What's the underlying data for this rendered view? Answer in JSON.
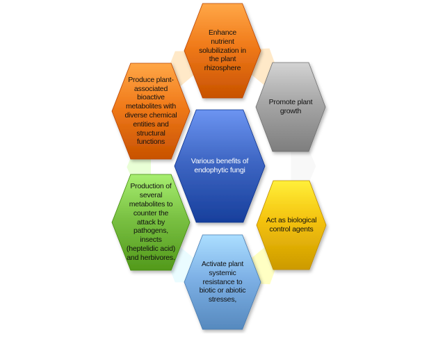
{
  "diagram": {
    "center": {
      "label": "Various benefits of\nendophytic fungi",
      "color": "#3f67c4",
      "text_color": "#ffffff"
    },
    "nodes": [
      {
        "id": "enhance",
        "label": "Enhance\nnutrient\nsolubilization in\nthe plant\nrhizosphere",
        "color": "#f07a1a"
      },
      {
        "id": "promote",
        "label": "Promote plant\ngrowth",
        "color": "#a6a6a6"
      },
      {
        "id": "biocontrol",
        "label": "Act as biological\ncontrol agents",
        "color": "#f4c20d"
      },
      {
        "id": "resistance",
        "label": "Activate plant\nsystemic\nresistance to\nbiotic or abiotic\nstresses,",
        "color": "#7eb1e6"
      },
      {
        "id": "production",
        "label": "Production of\nseveral\nmetabolites to\ncounter the\nattack by\npathogens,\ninsects\n(heptelidic acid)\nand herbivores.",
        "color": "#7ac143"
      },
      {
        "id": "produce",
        "label": "Produce plant-\nassociated\nbioactive\nmetabolites with\ndiverse chemical\nentities and\nstructural\nfunctions",
        "color": "#f07a1a"
      }
    ]
  }
}
